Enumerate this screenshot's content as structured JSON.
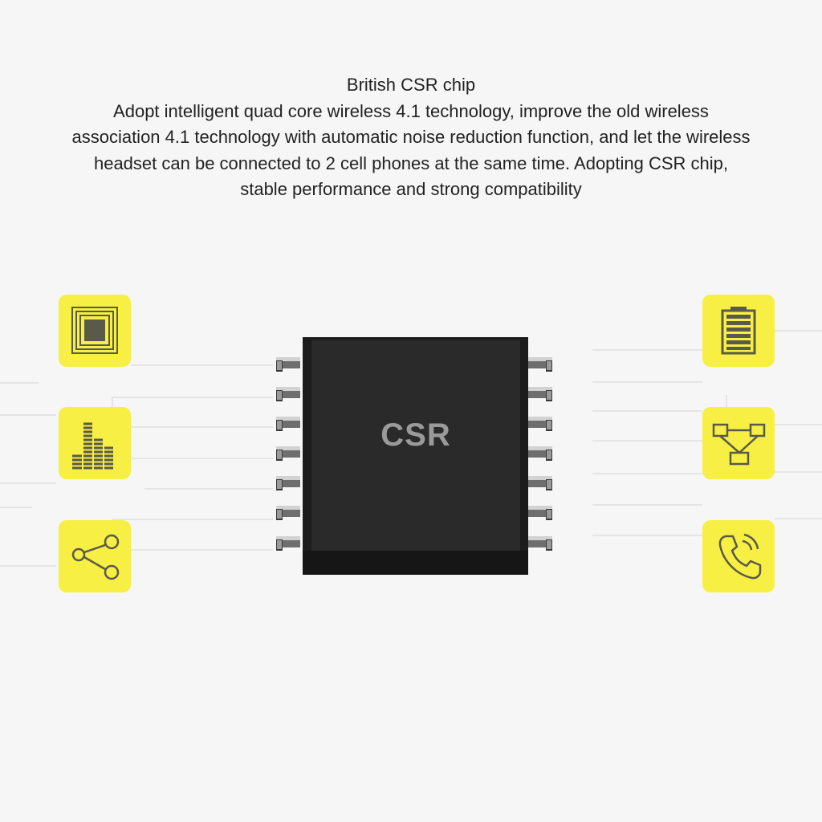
{
  "heading": {
    "title": "British CSR chip",
    "lines": [
      "Adopt intelligent quad core wireless 4.1 technology, improve the old wireless",
      "association 4.1 technology with automatic noise reduction function, and let the wireless",
      "headset can be connected to 2 cell phones at the same time. Adopting CSR chip,",
      "stable performance and strong compatibility"
    ]
  },
  "chip": {
    "label": "CSR"
  },
  "features": {
    "left": [
      "processor-icon",
      "equalizer-icon",
      "share-icon"
    ],
    "right": [
      "battery-icon",
      "flowchart-icon",
      "phone-call-icon"
    ]
  },
  "colors": {
    "background": "#f6f6f6",
    "tile": "#f7ef44",
    "icon": "#5a5a4a",
    "chip": "#272727",
    "chip_label": "#9a9a9a"
  }
}
